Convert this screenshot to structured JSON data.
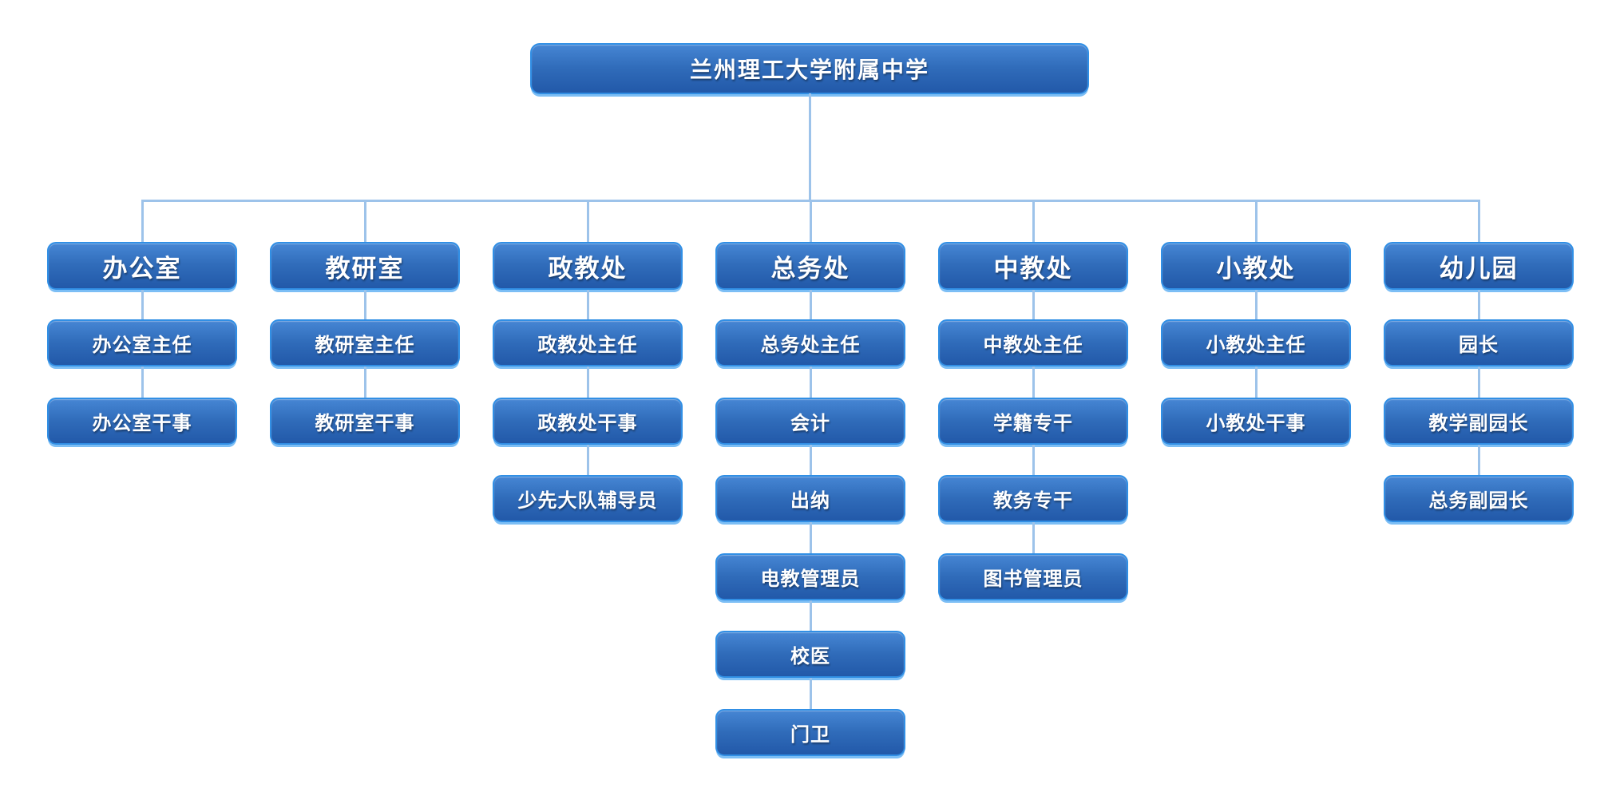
{
  "root": {
    "label": "兰州理工大学附属中学"
  },
  "columns": [
    {
      "header": "办公室",
      "children": [
        "办公室主任",
        "办公室干事"
      ]
    },
    {
      "header": "教研室",
      "children": [
        "教研室主任",
        "教研室干事"
      ]
    },
    {
      "header": "政教处",
      "children": [
        "政教处主任",
        "政教处干事",
        "少先大队辅导员"
      ]
    },
    {
      "header": "总务处",
      "children": [
        "总务处主任",
        "会计",
        "出纳",
        "电教管理员",
        "校医",
        "门卫"
      ]
    },
    {
      "header": "中教处",
      "children": [
        "中教处主任",
        "学籍专干",
        "教务专干",
        "图书管理员"
      ]
    },
    {
      "header": "小教处",
      "children": [
        "小教处主任",
        "小教处干事"
      ]
    },
    {
      "header": "幼儿园",
      "children": [
        "园长",
        "教学副园长",
        "总务副园长"
      ]
    }
  ],
  "colors": {
    "node_fill_top": "#4686D4",
    "node_fill_bottom": "#2259A9",
    "node_border": "#318FE5",
    "node_bottom_lip": "#7CBEF5",
    "node_text": "#FFFFFF",
    "connector": "#9DC3EA",
    "background": "#FFFFFF"
  }
}
